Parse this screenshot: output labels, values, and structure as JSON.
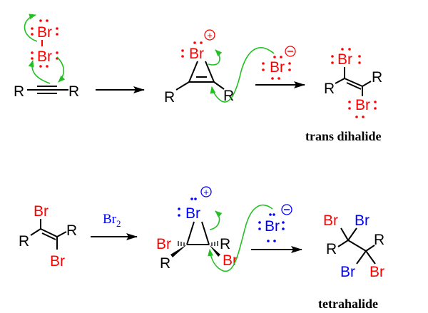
{
  "title": "Bromination of alkyne to trans dihalide and tetrahalide",
  "colors": {
    "bromine_first": "#ff0000",
    "bromine_second": "#0000ff",
    "electron_arrows": "#22c022",
    "bonds": "#000000"
  },
  "atoms": {
    "br": "Br",
    "r": "R"
  },
  "charges": {
    "plus": "+",
    "minus": "−"
  },
  "reagent": {
    "main": "Br",
    "subscript": "2"
  },
  "products": {
    "top": "trans dihalide",
    "bottom": "tetrahalide"
  }
}
